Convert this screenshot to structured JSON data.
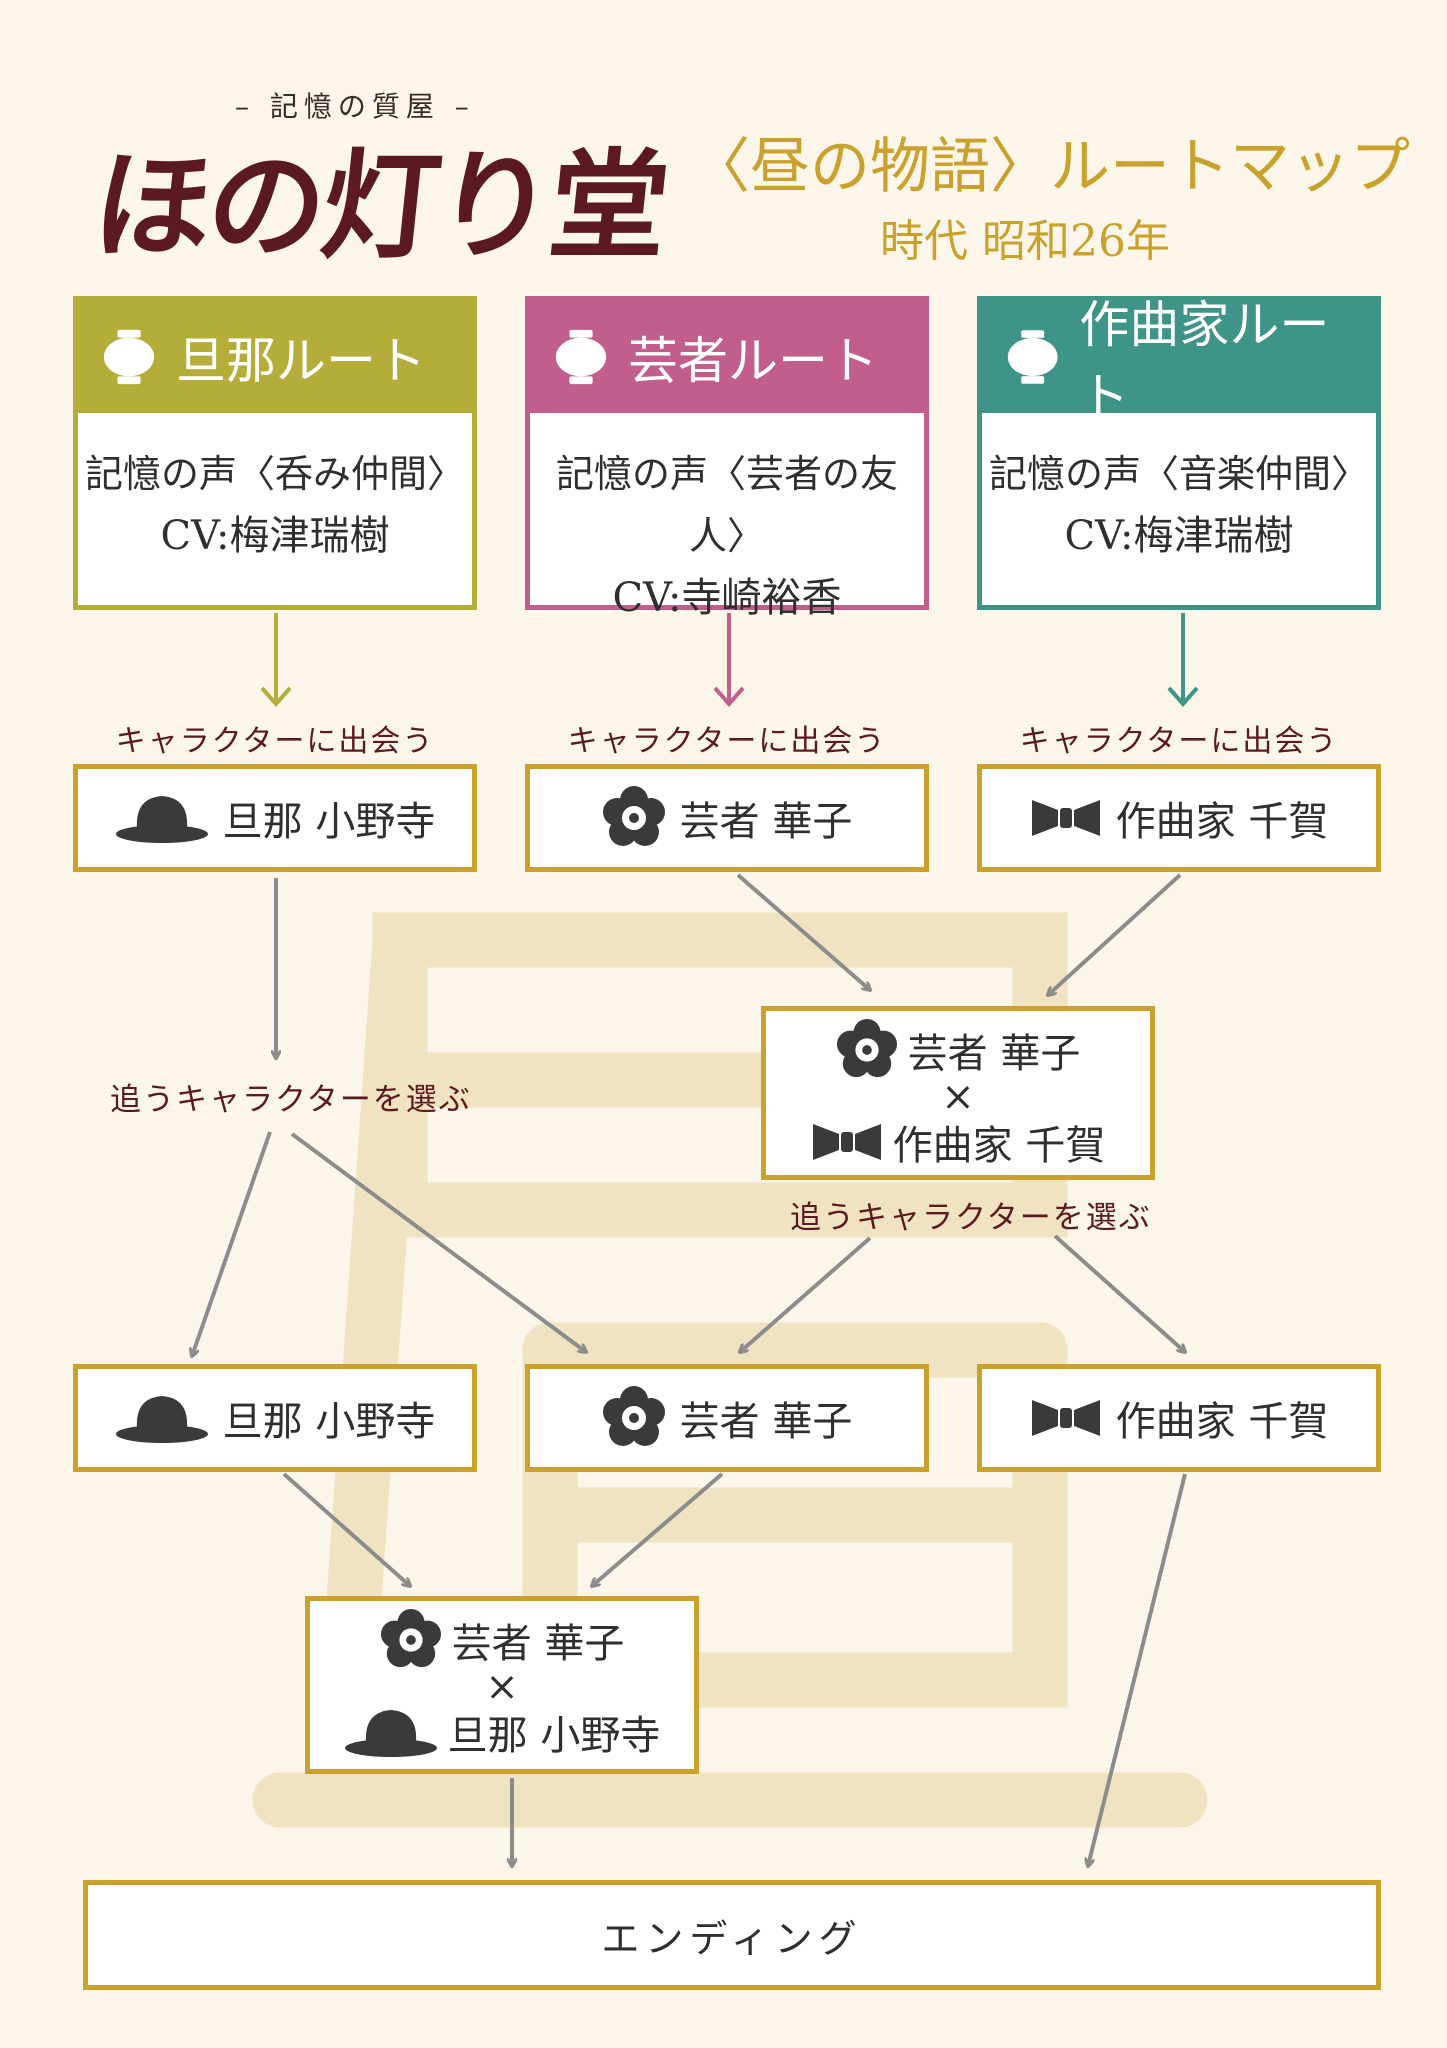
{
  "header": {
    "subtitle": "– 記憶の質屋 –",
    "logo": "ほの灯り堂",
    "map_title": "〈昼の物語〉ルートマップ",
    "era": "時代 昭和26年",
    "background_kanji": "昼"
  },
  "routes": [
    {
      "title": "旦那ルート",
      "color": "#b5ad3a",
      "voice": "記憶の声〈呑み仲間〉",
      "cv": "CV:梅津瑞樹"
    },
    {
      "title": "芸者ルート",
      "color": "#c25e8c",
      "voice": "記憶の声〈芸者の友人〉",
      "cv": "CV:寺崎裕香"
    },
    {
      "title": "作曲家ルート",
      "color": "#3f9488",
      "voice": "記憶の声〈音楽仲間〉",
      "cv": "CV:梅津瑞樹"
    }
  ],
  "meet_label": "キャラクターに出会う",
  "choose_label": "追うキャラクターを選ぶ",
  "characters": {
    "danna": "旦那 小野寺",
    "geisha": "芸者 華子",
    "composer": "作曲家 千賀"
  },
  "cross_mark": "×",
  "ending": "エンディング",
  "colors": {
    "gold": "#c9a12c",
    "arrow": "#8c8c8c",
    "maroon": "#5b1a1f",
    "background": "#fbf6e9"
  }
}
